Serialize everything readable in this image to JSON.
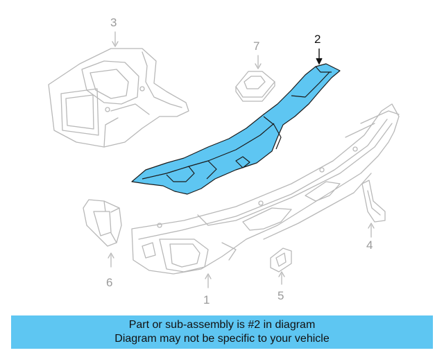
{
  "callouts": {
    "c1": "1",
    "c2": "2",
    "c3": "3",
    "c4": "4",
    "c5": "5",
    "c6": "6",
    "c7": "7"
  },
  "highlight_part": "2",
  "colors": {
    "highlight_fill": "#5ec6f2",
    "line_gray": "#b5b5b5",
    "banner_bg": "#5ec6f2"
  },
  "banner": {
    "line1": "Part or sub-assembly is #2 in diagram",
    "line2": "Diagram may not be specific to your vehicle"
  }
}
